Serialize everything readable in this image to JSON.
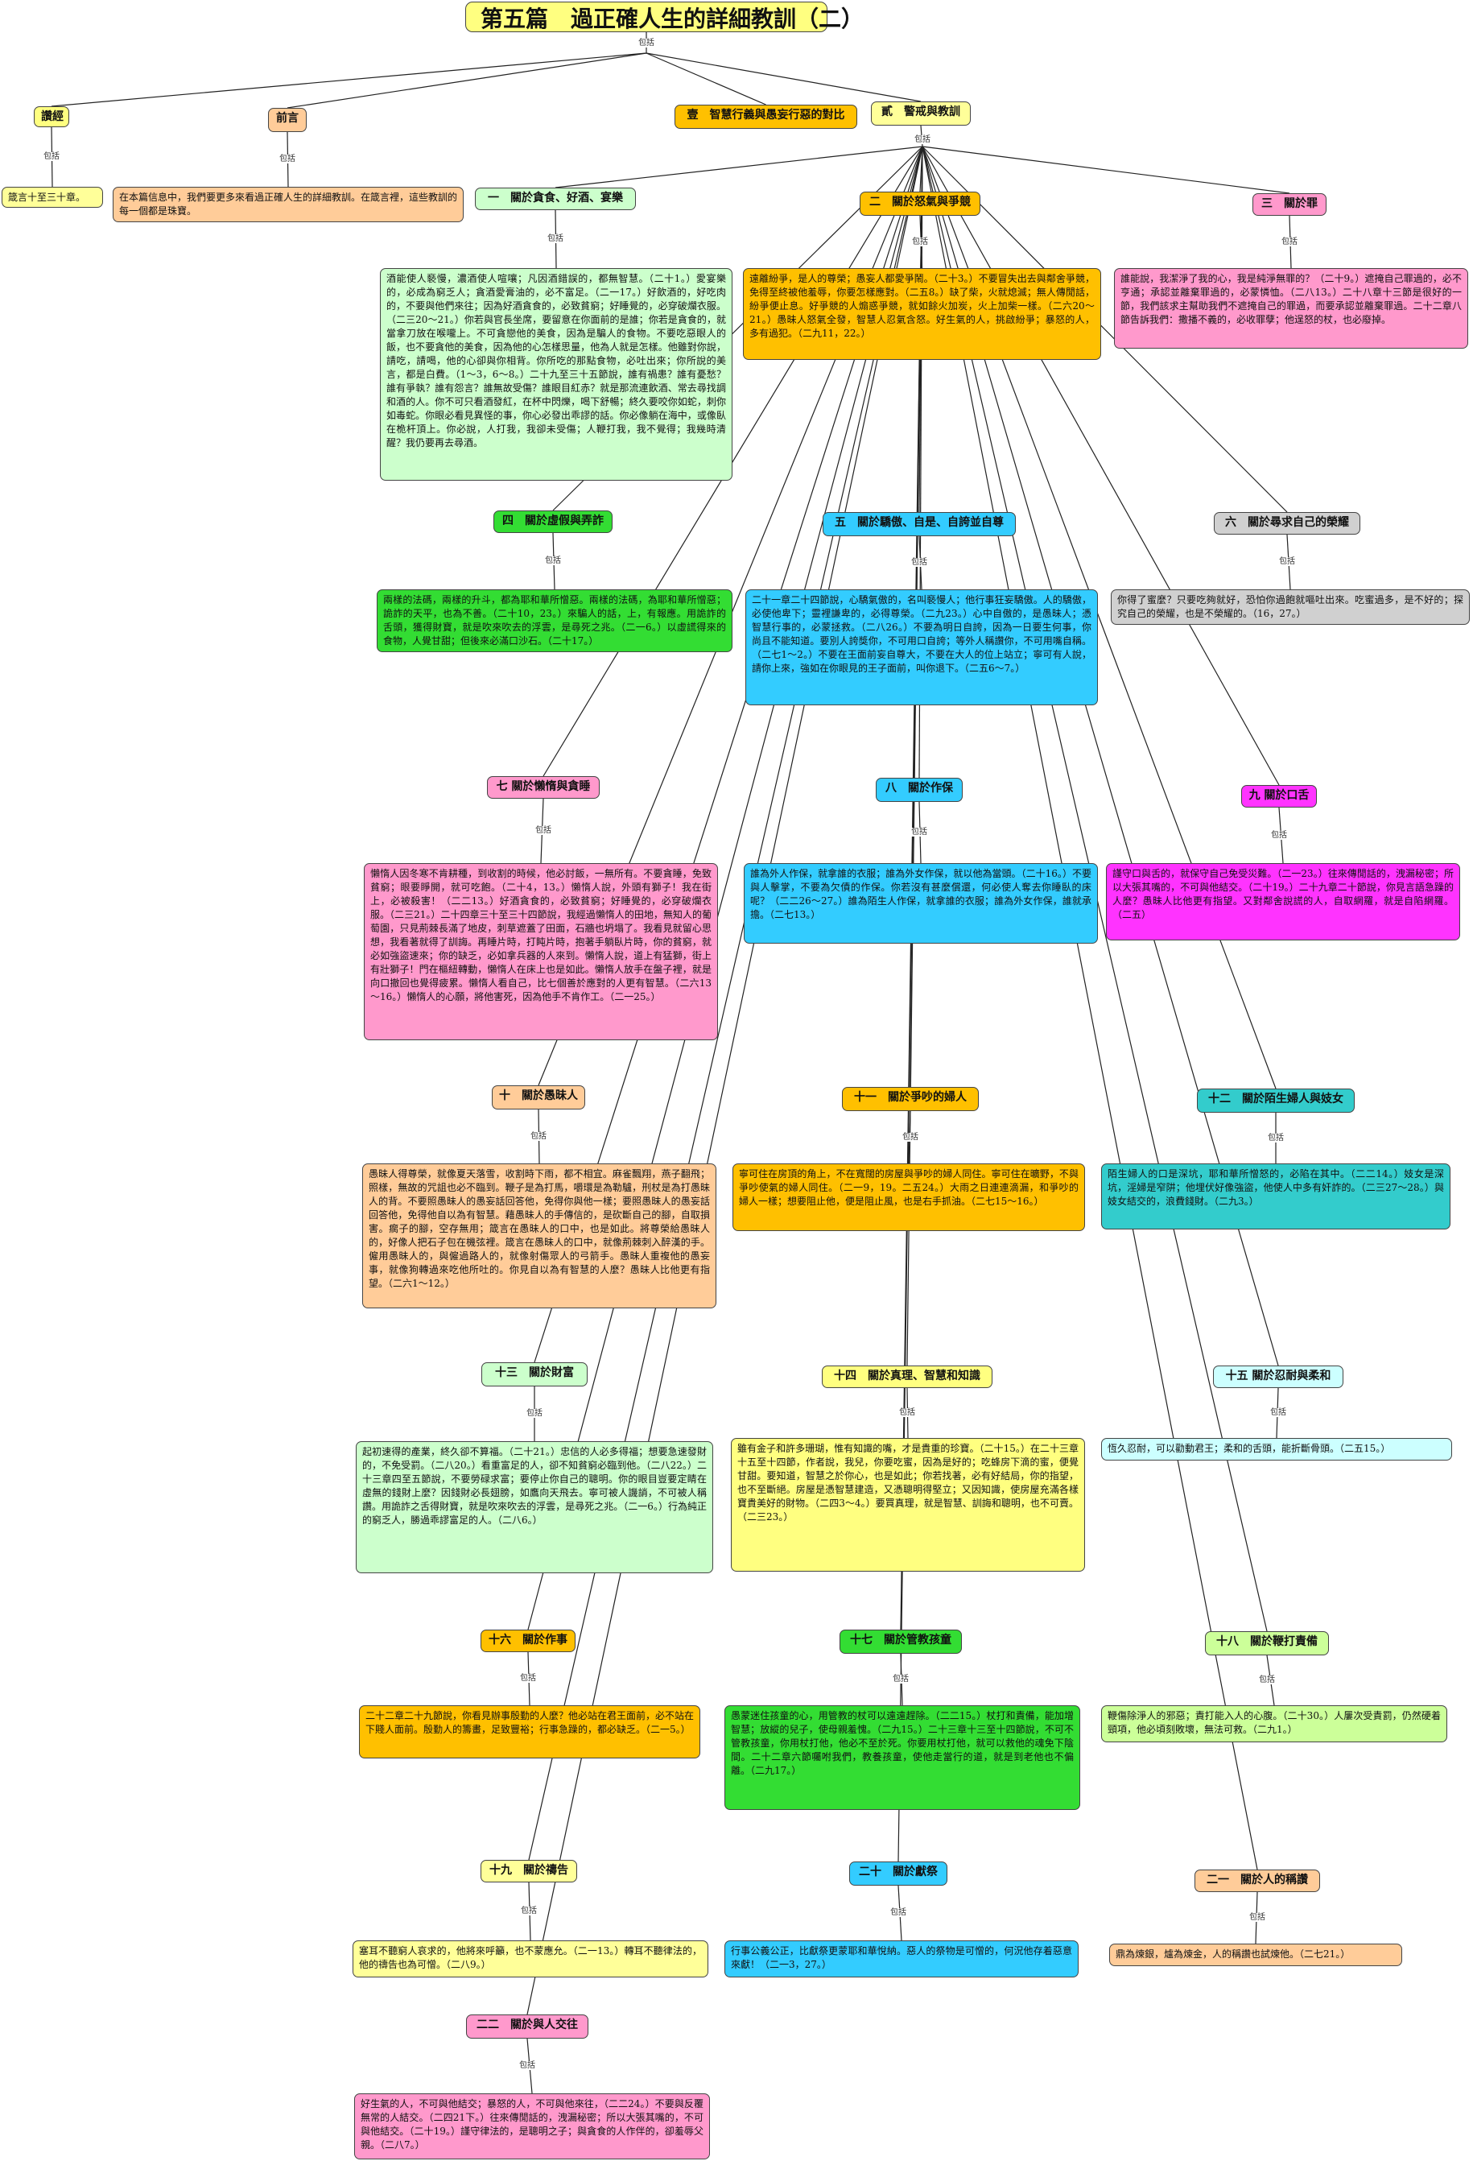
{
  "edge_label": "包括",
  "root": {
    "title": "第五篇　過正確人生的詳細教訓（二）"
  },
  "top": [
    {
      "id": "t1",
      "title": "讚經",
      "text": "箴言十至三十章。"
    },
    {
      "id": "t2",
      "title": "前言",
      "text": "在本篇信息中，我們要更多來看過正確人生的詳細教訓。在箴言裡，這些教訓的每一個都是珠寶。"
    },
    {
      "id": "t3",
      "title": "壹　智慧行義與愚妄行惡的對比"
    },
    {
      "id": "t4",
      "title": "貳　警戒與教訓"
    }
  ],
  "nodes": [
    {
      "id": "n1",
      "title": "一　關於貪食、好酒、宴樂",
      "text": "酒能使人褻慢，濃酒使人喧嚷；凡因酒錯誤的，都無智慧。（二十1。）愛宴樂的，必成為窮乏人；貪酒愛膏油的，必不富足。（二一17。）好飲酒的，好吃肉的，不要與他們來往；因為好酒貪食的，必致貧窮；好睡覺的，必穿破爛衣服。（二三20～21。）你若與官長坐席，要留意在你面前的是誰；你若是貪食的，就當拿刀放在喉嚨上。不可貪戀他的美食，因為是騙人的食物。不要吃惡眼人的飯，也不要貪他的美食，因為他的心怎樣思量，他為人就是怎樣。他雖對你說，請吃，請喝，他的心卻與你相背。你所吃的那點食物，必吐出來；你所說的美言，都是白費。（1～3，6～8。）二十九至三十五節說，誰有禍患？誰有憂愁？誰有爭執？誰有怨言？誰無故受傷？誰眼目紅赤？就是那流連飲酒、常去尋找調和酒的人。你不可只看酒發紅，在杯中閃爍，喝下舒暢；終久要咬你如蛇，刺你如毒蛇。你眼必看見異怪的事，你心必發出乖謬的話。你必像躺在海中，或像臥在桅杆頂上。你必說，人打我，我卻未受傷；人鞭打我，我不覺得；我幾時清醒？我仍要再去尋酒。"
    },
    {
      "id": "n2",
      "title": "二　關於怒氣與爭競",
      "text": "遠離紛爭，是人的尊榮；愚妄人都愛爭鬧。（二十3。）不要冒失出去與鄰舍爭競，免得至終被他羞辱，你要怎樣應對。（二五8。）缺了柴，火就熄滅；無人傳閒話，紛爭便止息。好爭競的人煽惑爭競，就如餘火加炭，火上加柴一樣。（二六20～21。）愚昧人怒氣全發，智慧人忍氣含怒。好生氣的人，挑啟紛爭；暴怒的人，多有過犯。（二九11，22。）"
    },
    {
      "id": "n3",
      "title": "三　關於罪",
      "text": "誰能說，我潔淨了我的心，我是純淨無罪的？（二十9。）遮掩自己罪過的，必不亨通；承認並離棄罪過的，必蒙憐恤。（二八13。）二十八章十三節是很好的一節，我們該求主幫助我們不遮掩自己的罪過，而要承認並離棄罪過。二十二章八節告訴我們：撒播不義的，必收罪孽；他逞怒的杖，也必廢掉。"
    },
    {
      "id": "n4",
      "title": "四　關於虛假與弄詐",
      "text": "兩樣的法碼，兩樣的升斗，都為耶和華所憎惡。兩樣的法碼，為耶和華所憎惡；詭詐的天平，也為不善。（二十10，23。）來騙人的話，上，有報應。用詭詐的舌頭，獲得財寶，就是吹來吹去的浮雲，是尋死之兆。（二一6。）以虛謊得來的食物，人覺甘甜；但後來必滿口沙石。（二十17。）"
    },
    {
      "id": "n5",
      "title": "五　關於驕傲、自是、自誇並自尊",
      "text": "二十一章二十四節說，心驕氣傲的，名叫褻慢人；他行事狂妄驕傲。人的驕傲，必使他卑下；靈裡謙卑的，必得尊榮。（二九23。）心中自傲的，是愚昧人；憑智慧行事的，必蒙拯救。（二八26。）不要為明日自誇，因為一日要生何事，你尚且不能知道。要別人誇獎你，不可用口自誇；等外人稱讚你，不可用嘴自稱。（二七1～2。）不要在王面前妄自尊大，不要在大人的位上站立；寧可有人說，請你上來，強如在你眼見的王子面前，叫你退下。（二五6～7。）"
    },
    {
      "id": "n6",
      "title": "六　關於尋求自己的榮耀",
      "text": "你得了蜜麼？只要吃夠就好，恐怕你過飽就嘔吐出來。吃蜜過多，是不好的；探究自己的榮耀，也是不榮耀的。（16，27。）"
    },
    {
      "id": "n7",
      "title": "七 關於懶惰與貪睡",
      "text": "懶惰人因冬寒不肯耕種，到收割的時候，他必討飯，一無所有。不要貪睡，免致貧窮；眼要睜開，就可吃飽。（二十4，13。）懶惰人說，外頭有獅子！我在街上，必被殺害！（二二13。）好酒貪食的，必致貧窮；好睡覺的，必穿破爛衣服。（二三21。）二十四章三十至三十四節說，我經過懶惰人的田地，無知人的葡萄園，只見荊棘長滿了地皮，刺草遮蓋了田面，石牆也坍塌了。我看見就留心思想，我看著就得了訓誨。再睡片時，打盹片時，抱著手躺臥片時，你的貧窮，就必如強盜速來；你的缺乏，必如拿兵器的人來到。懶惰人說，道上有猛獅，街上有壯獅子！門在樞紐轉動，懶惰人在床上也是如此。懶惰人放手在盤子裡，就是向口撤回也覺得疲累。懶惰人看自己，比七個善於應對的人更有智慧。（二六13～16。）懶惰人的心願，將他害死，因為他手不肯作工。（二一25。）"
    },
    {
      "id": "n8",
      "title": "八　關於作保",
      "text": "誰為外人作保，就拿誰的衣服；誰為外女作保，就以他為當頭。（二十16。）不要與人擊掌，不要為欠債的作保。你若沒有甚麼償還，何必使人奪去你睡臥的床呢？（二二26～27。）誰為陌生人作保，就拿誰的衣服；誰為外女作保，誰就承擔。（二七13。）"
    },
    {
      "id": "n9",
      "title": "九 關於口舌",
      "text": "謹守口與舌的，就保守自己免受災難。（二一23。）往來傳閒話的，洩漏秘密；所以大張其嘴的，不可與他結交。（二十19。）二十九章二十節說，你見言語急躁的人麼？愚昧人比他更有指望。又對鄰舍說謊的人，自取網羅，就是自陷網羅。（二五）"
    },
    {
      "id": "n10",
      "title": "十　關於愚昧人",
      "text": "愚昧人得尊榮，就像夏天落雪，收割時下雨，都不相宜。麻雀飄翔，燕子翻飛；照樣，無故的咒詛也必不臨到。鞭子是為打馬，嚼環是為勒驢，刑杖是為打愚昧人的背。不要照愚昧人的愚妄話回答他，免得你與他一樣；要照愚昧人的愚妄話回答他，免得他自以為有智慧。藉愚昧人的手傳信的，是砍斷自己的腳，自取損害。瘸子的腳，空存無用；箴言在愚昧人的口中，也是如此。將尊榮給愚昧人的，好像人把石子包在機弦裡。箴言在愚昧人的口中，就像荊棘刺入醉漢的手。僱用愚昧人的，與僱過路人的，就像射傷眾人的弓箭手。愚昧人重複他的愚妄事，就像狗轉過來吃他所吐的。你見自以為有智慧的人麼？愚昧人比他更有指望。（二六1～12。）"
    },
    {
      "id": "n11",
      "title": "十一　關於爭吵的婦人",
      "text": "寧可住在房頂的角上，不在寬闊的房屋與爭吵的婦人同住。寧可住在曠野，不與爭吵使氣的婦人同住。（二一9，19。二五24。）大雨之日連連滴漏，和爭吵的婦人一樣；想要阻止他，便是阻止風，也是右手抓油。（二七15～16。）"
    },
    {
      "id": "n12",
      "title": "十二　關於陌生婦人與妓女",
      "text": "陌生婦人的口是深坑，耶和華所憎怒的，必陷在其中。（二二14。）妓女是深坑，淫婦是窄阱；他埋伏好像強盜，他使人中多有奸詐的。（二三27～28。）與妓女結交的，浪費錢財。（二九3。）"
    },
    {
      "id": "n13",
      "title": "十三　關於財富",
      "text": "起初速得的產業，終久卻不算福。（二十21。）忠信的人必多得福；想要急速發財的，不免受罰。（二八20。）看重富足的人，卻不知貧窮必臨到他。（二八22。）二十三章四至五節說，不要勞碌求富；要停止你自己的聰明。你的眼目豈要定睛在虛無的錢財上麼？因錢財必長翅膀，如鷹向天飛去。寧可被人譏誚，不可被人稱讚。用詭詐之舌得財寶，就是吹來吹去的浮雲，是尋死之兆。（二一6。）行為純正的窮乏人，勝過乖謬富足的人。（二八6。）"
    },
    {
      "id": "n14",
      "title": "十四　關於真理、智慧和知識",
      "text": "雖有金子和許多珊瑚，惟有知識的嘴，才是貴重的珍寶。（二十15。）在二十三章十五至十四節，作者說，我兒，你要吃蜜，因為是好的；吃蜂房下滴的蜜，便覺甘甜。要知道，智慧之於你心，也是如此；你若找著，必有好結局，你的指望，也不至斷絕。房屋是憑智慧建造，又憑聰明得堅立；又因知識，使房屋充滿各樣寶貴美好的財物。（二四3～4。）要買真理，就是智慧、訓誨和聰明，也不可賣。（二三23。）"
    },
    {
      "id": "n15",
      "title": "十五 關於忍耐與柔和",
      "text": "恆久忍耐，可以勸動君王；柔和的舌頭，能折斷骨頭。（二五15。）"
    },
    {
      "id": "n16",
      "title": "十六　關於作事",
      "text": "二十二章二十九節說，你看見辦事殷勤的人麼？他必站在君王面前，必不站在下賤人面前。殷勤人的籌畫，足致豐裕；行事急躁的，都必缺乏。（二一5。）"
    },
    {
      "id": "n17",
      "title": "十七　關於管教孩童",
      "text": "愚蒙迷住孩童的心，用管教的杖可以遠遠趕除。（二二15。）杖打和責備，能加增智慧；放縱的兒子，使母親羞愧。（二九15。）二十三章十三至十四節說，不可不管教孩童，你用杖打他，他必不至於死。你要用杖打他，就可以救他的魂免下陰間。二十二章六節囑咐我們，教養孩童，使他走當行的道，就是到老他也不偏離。（二九17。）"
    },
    {
      "id": "n18",
      "title": "十八　關於鞭打責備",
      "text": "鞭傷除淨人的邪惡；責打能入人的心腹。（二十30。）人屢次受責罰，仍然硬着頸項，他必頃刻敗壞，無法可救。（二九1。）"
    },
    {
      "id": "n19",
      "title": "十九　關於禱告",
      "text": "塞耳不聽窮人哀求的，他將來呼籲，也不蒙應允。（二一13。）轉耳不聽律法的，他的禱告也為可憎。（二八9。）"
    },
    {
      "id": "n20",
      "title": "二十　關於獻祭",
      "text": "行事公義公正，比獻祭更蒙耶和華悅納。惡人的祭物是可憎的，何況他存着惡意來獻！（二一3，27。）"
    },
    {
      "id": "n21",
      "title": "二一　關於人的稱讚",
      "text": "鼎為煉銀，爐為煉金，人的稱讚也試煉他。（二七21。）"
    },
    {
      "id": "n22",
      "title": "二二　關於與人交往",
      "text": "好生氣的人，不可與他結交；暴怒的人，不可與他來往，（二二24。）不要與反覆無常的人結交。（二四21下。）往來傳閒話的，洩漏秘密；所以大張其嘴的，不可與他結交。（二十19。）謹守律法的，是聰明之子；與貪食的人作伴的，卻羞辱父親。（二八7。）"
    }
  ]
}
